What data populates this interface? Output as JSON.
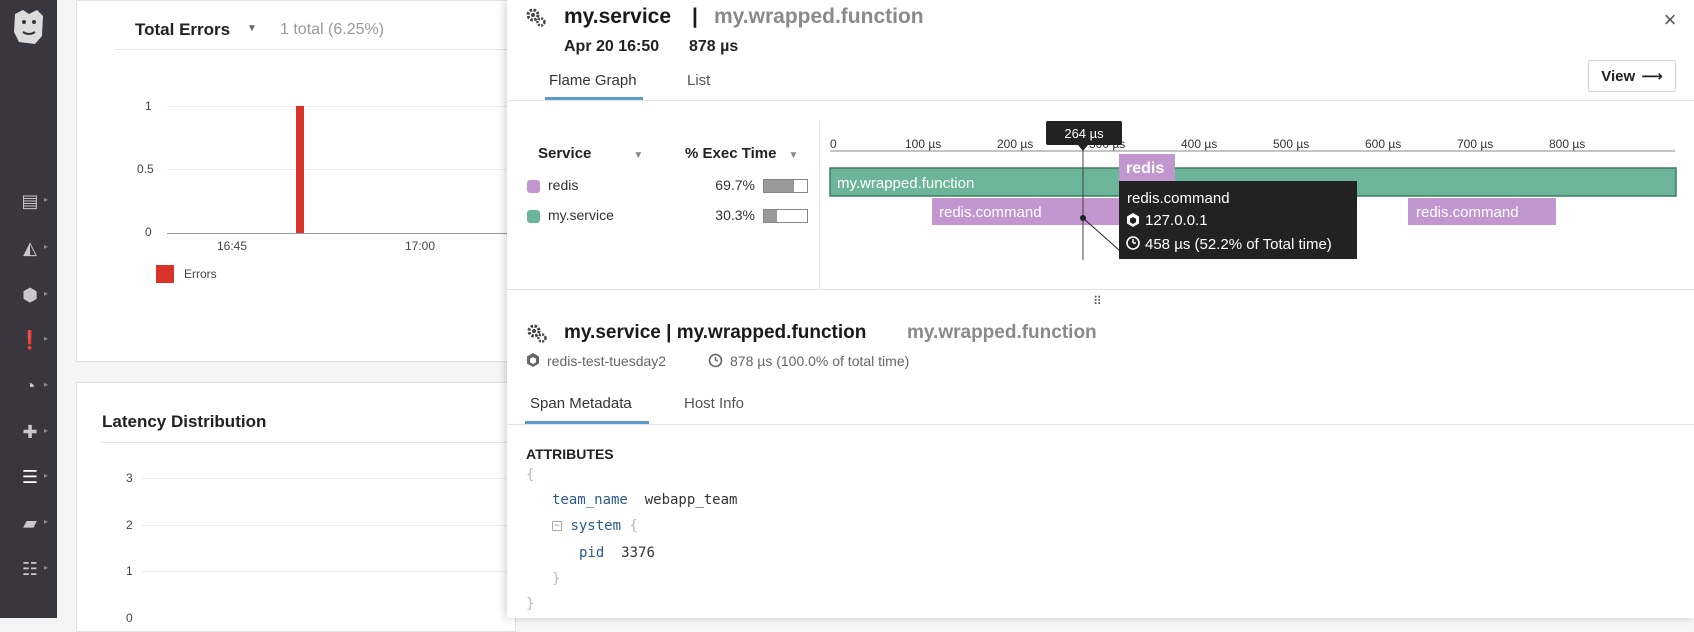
{
  "nav": {
    "items": [
      "list-icon",
      "chart-icon",
      "hexagons-icon",
      "alert-icon",
      "gauge-icon",
      "puzzle-icon",
      "apm-icon",
      "notebook-icon",
      "logs-icon"
    ]
  },
  "dashboard": {
    "errors_title": "Total Errors",
    "errors_count": "1 total (6.25%)",
    "errors_y_ticks": [
      "1",
      "0.5",
      "0"
    ],
    "errors_x_ticks": [
      "16:45",
      "17:00"
    ],
    "errors_legend": "Errors",
    "latency_title": "Latency Distribution",
    "latency_y_ticks": [
      "3",
      "2",
      "1",
      "0"
    ]
  },
  "chart_data": {
    "type": "bar",
    "categories": [
      "16:45",
      "17:00"
    ],
    "series": [
      {
        "name": "Errors",
        "values": [
          1
        ]
      }
    ],
    "title": "Total Errors",
    "ylim": [
      0,
      1
    ]
  },
  "trace": {
    "service": "my.service",
    "separator": "|",
    "function": "my.wrapped.function",
    "date": "Apr 20 16:50",
    "duration": "878 µs",
    "close": "×",
    "tabs": [
      "Flame Graph",
      "List"
    ],
    "view_button": "View",
    "view_arrow": "⟶"
  },
  "services_table": {
    "col_service": "Service",
    "col_exec": "% Exec Time",
    "rows": [
      {
        "name": "redis",
        "pct": "69.7%",
        "value": 0.697,
        "color": "#c296ce"
      },
      {
        "name": "my.service",
        "pct": "30.3%",
        "value": 0.303,
        "color": "#6db59a"
      }
    ]
  },
  "flame": {
    "axis_ticks": [
      "0",
      "100 µs",
      "200 µs",
      "300 µs",
      "400 µs",
      "500 µs",
      "600 µs",
      "700 µs",
      "800 µs"
    ],
    "cursor_label": "264 µs",
    "root_span": "my.wrapped.function",
    "child_spans": [
      "redis.command",
      "redis.command"
    ],
    "hover_service": "redis",
    "tooltip_title": "redis.command",
    "tooltip_host": "127.0.0.1",
    "tooltip_time": "458 µs (52.2% of Total time)"
  },
  "detail": {
    "service": "my.service | my.wrapped.function",
    "function": "my.wrapped.function",
    "host": "redis-test-tuesday2",
    "time": "878 µs (100.0% of total time)",
    "tabs": [
      "Span Metadata",
      "Host Info"
    ],
    "attributes_heading": "ATTRIBUTES",
    "attr_team_key": "team_name",
    "attr_team_val": "webapp_team",
    "attr_system_key": "system",
    "attr_pid_key": "pid",
    "attr_pid_val": "3376",
    "brace_open": "{",
    "brace_close": "}",
    "toggle": "−"
  },
  "colors": {
    "redis": "#c296ce",
    "service": "#6db59a",
    "error": "#d9342b",
    "accent": "#5a9ccc"
  }
}
